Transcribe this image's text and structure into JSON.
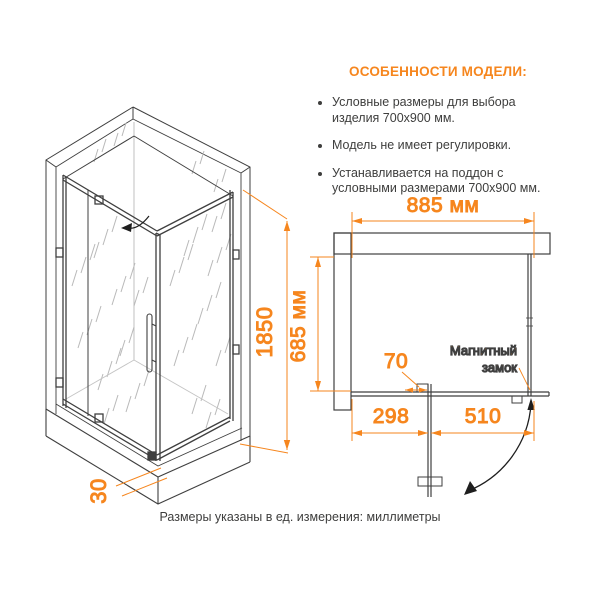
{
  "features": {
    "title": "ОСОБЕННОСТИ МОДЕЛИ:",
    "items": [
      "Условные размеры для выбора изделия 700x900 мм.",
      "Модель не имеет регулировки.",
      "Устанавливается на поддон с условными размерами 700x900 мм."
    ]
  },
  "isometric": {
    "height": "1850",
    "tray_height": "30"
  },
  "plan": {
    "width": "885 мм",
    "depth": "685 мм",
    "pivot_offset": "70",
    "left_segment": "298",
    "door_width": "510",
    "lock_line1": "Магнитный",
    "lock_line2": "замок"
  },
  "footer": "Размеры указаны в ед. измерения: миллиметры",
  "colors": {
    "accent": "#F6861E",
    "line_dark": "#3F3F3F",
    "hatch": "#B9B9B9",
    "text": "#3E3E3D"
  }
}
